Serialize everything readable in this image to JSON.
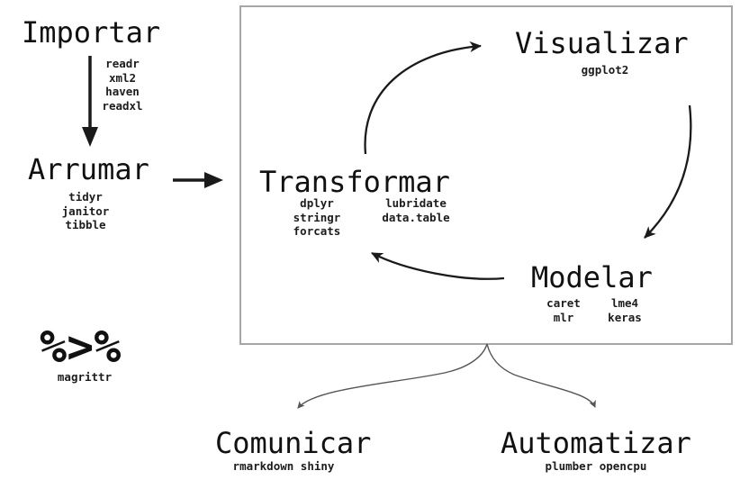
{
  "nodes": {
    "importar": {
      "label": "Importar",
      "packages": [
        "readr",
        "xml2",
        "haven",
        "readxl"
      ]
    },
    "arrumar": {
      "label": "Arrumar",
      "packages": [
        "tidyr",
        "janitor",
        "tibble"
      ]
    },
    "pipe": {
      "label": "%>%",
      "package": "magrittr"
    },
    "transformar": {
      "label": "Transformar",
      "packages_left": [
        "dplyr",
        "stringr",
        "forcats"
      ],
      "packages_right": [
        "lubridate",
        "data.table"
      ]
    },
    "visualizar": {
      "label": "Visualizar",
      "package": "ggplot2"
    },
    "modelar": {
      "label": "Modelar",
      "packages_left": [
        "caret",
        "mlr"
      ],
      "packages_right": [
        "lme4",
        "keras"
      ]
    },
    "comunicar": {
      "label": "Comunicar",
      "packages": "rmarkdown shiny"
    },
    "automatizar": {
      "label": "Automatizar",
      "packages": "plumber opencpu"
    }
  },
  "colors": {
    "text": "#111111",
    "arrow": "#1a1a1a",
    "fork_arrow": "#555555",
    "box_border": "#a6a6a6",
    "background": "#ffffff"
  }
}
